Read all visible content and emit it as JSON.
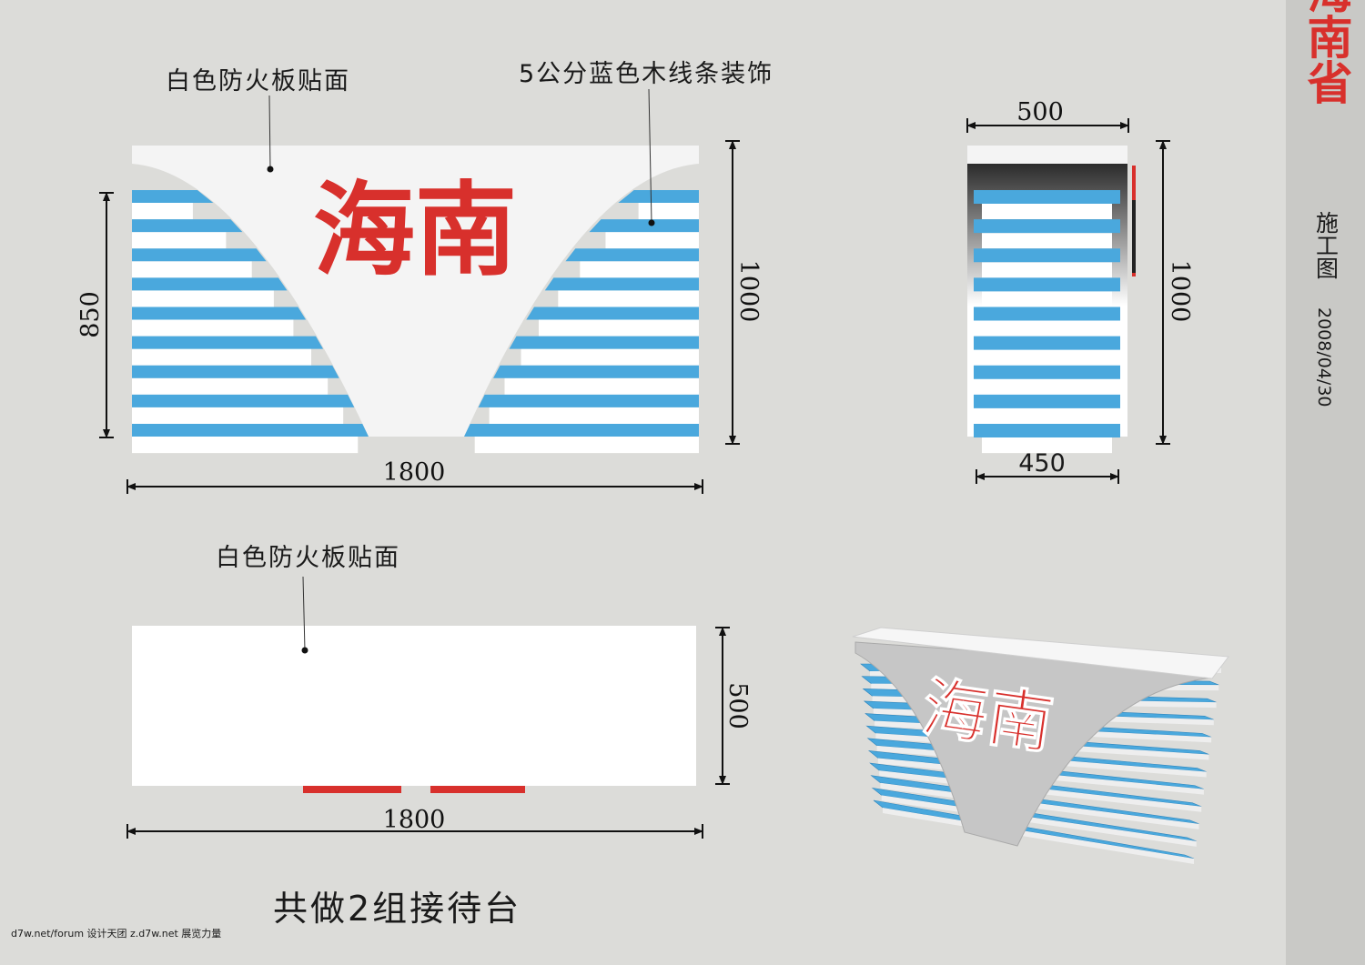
{
  "title_bar": {
    "title": "海南省",
    "subtitle": "施工图",
    "date": "2008/04/30"
  },
  "front_view": {
    "logo_text": "海南",
    "label_panel": "白色防火板贴面",
    "label_strips": "5公分蓝色木线条装饰",
    "dim_width": "1800",
    "dim_height": "1000",
    "dim_strip_height": "850",
    "strip_count": 9
  },
  "side_view": {
    "dim_top": "500",
    "dim_bottom": "450",
    "dim_height": "1000",
    "strip_count": 9
  },
  "top_view": {
    "label_panel": "白色防火板贴面",
    "dim_width": "1800",
    "dim_depth": "500"
  },
  "perspective": {
    "logo_text": "海南"
  },
  "note": "共做2组接待台",
  "watermark": "d7w.net/forum 设计天团 z.d7w.net 展览力量",
  "colors": {
    "strip_blue": "#4aa8dd",
    "logo_red": "#d8302c",
    "panel_white": "#f4f4f4",
    "background": "#dcdcd9",
    "sidebar": "#c9c9c6"
  }
}
